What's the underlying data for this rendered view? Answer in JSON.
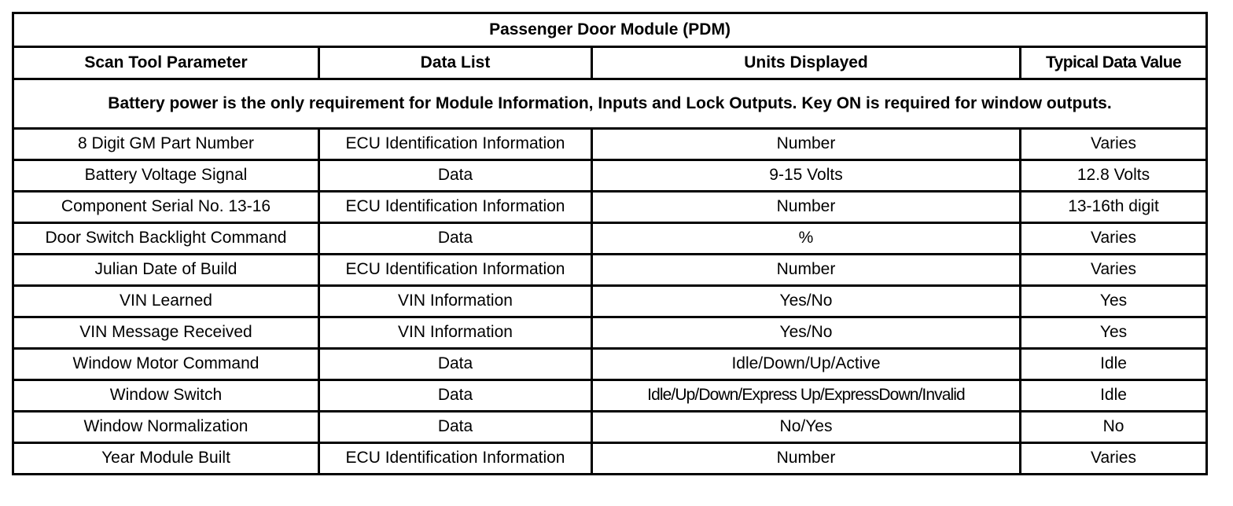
{
  "table": {
    "title": "Passenger Door Module (PDM)",
    "columns": [
      "Scan Tool Parameter",
      "Data List",
      "Units Displayed",
      "Typical Data Value"
    ],
    "note": "Battery power is the only requirement for Module Information, Inputs and Lock Outputs. Key ON is required for window outputs.",
    "rows": [
      {
        "parameter": "8 Digit GM Part Number",
        "data_list": "ECU Identification Information",
        "units": "Number",
        "typical": "Varies"
      },
      {
        "parameter": "Battery Voltage Signal",
        "data_list": "Data",
        "units": "9-15 Volts",
        "typical": "12.8 Volts"
      },
      {
        "parameter": "Component Serial No. 13-16",
        "data_list": "ECU Identification Information",
        "units": "Number",
        "typical": "13-16th digit"
      },
      {
        "parameter": "Door Switch Backlight Command",
        "data_list": "Data",
        "units": "%",
        "typical": "Varies"
      },
      {
        "parameter": "Julian Date of Build",
        "data_list": "ECU Identification Information",
        "units": "Number",
        "typical": "Varies"
      },
      {
        "parameter": "VIN Learned",
        "data_list": "VIN Information",
        "units": "Yes/No",
        "typical": "Yes"
      },
      {
        "parameter": "VIN Message Received",
        "data_list": "VIN Information",
        "units": "Yes/No",
        "typical": "Yes"
      },
      {
        "parameter": "Window Motor Command",
        "data_list": "Data",
        "units": "Idle/Down/Up/Active",
        "typical": "Idle"
      },
      {
        "parameter": "Window Switch",
        "data_list": "Data",
        "units": "Idle/Up/Down/Express Up/ExpressDown/Invalid",
        "typical": "Idle"
      },
      {
        "parameter": "Window Normalization",
        "data_list": "Data",
        "units": "No/Yes",
        "typical": "No"
      },
      {
        "parameter": "Year Module Built",
        "data_list": "ECU Identification Information",
        "units": "Number",
        "typical": "Varies"
      }
    ]
  }
}
